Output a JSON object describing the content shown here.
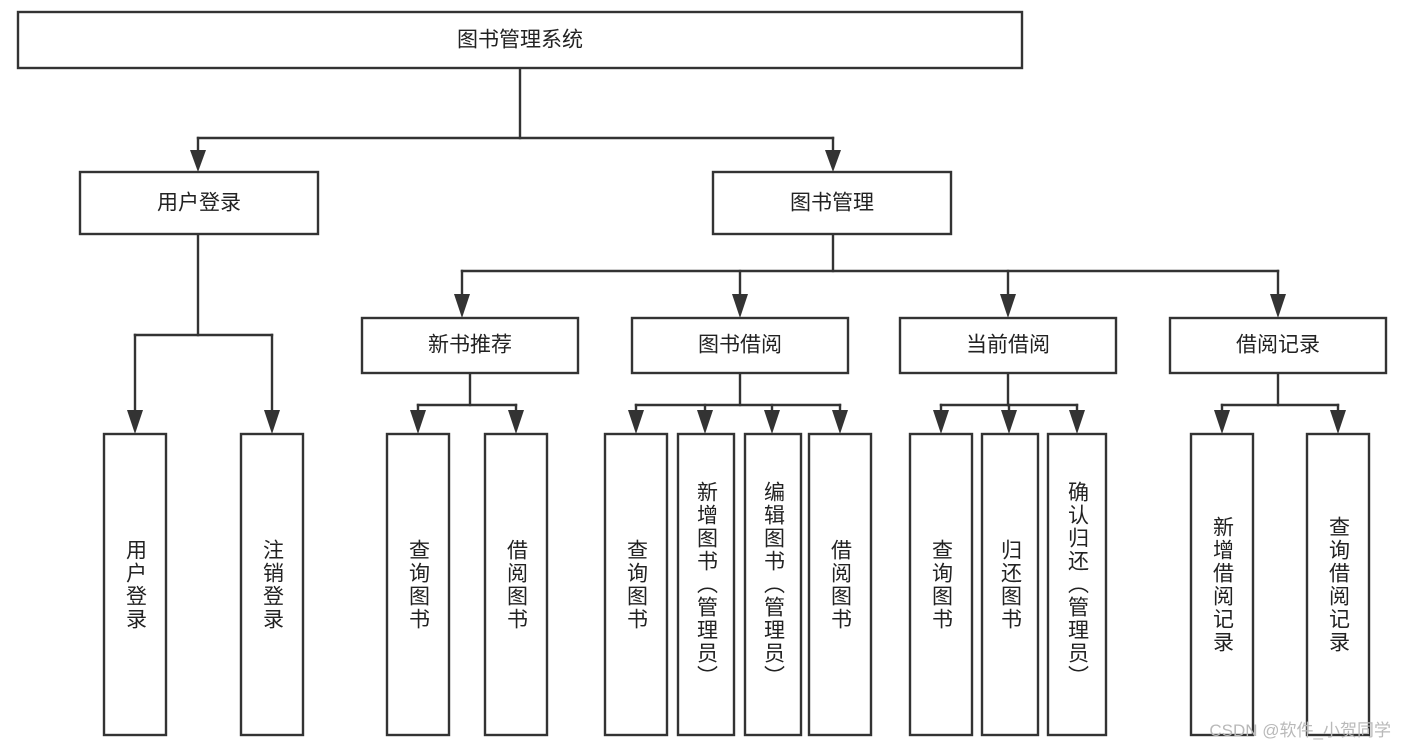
{
  "diagram": {
    "title": "图书管理系统",
    "type": "tree-hierarchy",
    "watermark": "CSDN @软件_小贺同学",
    "colors": {
      "box_fill": "#ffffff",
      "box_stroke": "#333333",
      "text": "#222222",
      "watermark": "#b9b9b9",
      "background": "#ffffff"
    },
    "nodes": {
      "root": {
        "label": "图书管理系统",
        "level": 0
      },
      "level1": [
        {
          "id": "user-login",
          "label": "用户登录"
        },
        {
          "id": "book-manage",
          "label": "图书管理"
        }
      ],
      "level2": [
        {
          "id": "new-book-recommend",
          "label": "新书推荐",
          "parent": "book-manage"
        },
        {
          "id": "book-borrow",
          "label": "图书借阅",
          "parent": "book-manage"
        },
        {
          "id": "current-borrow",
          "label": "当前借阅",
          "parent": "book-manage"
        },
        {
          "id": "borrow-record",
          "label": "借阅记录",
          "parent": "book-manage"
        }
      ],
      "leaves": [
        {
          "id": "leaf-user-login",
          "label": "用户登录",
          "parent": "user-login"
        },
        {
          "id": "leaf-user-logout",
          "label": "注销登录",
          "parent": "user-login"
        },
        {
          "id": "leaf-query-book-1",
          "label": "查询图书",
          "parent": "new-book-recommend"
        },
        {
          "id": "leaf-borrow-book-1",
          "label": "借阅图书",
          "parent": "new-book-recommend"
        },
        {
          "id": "leaf-query-book-2",
          "label": "查询图书",
          "parent": "book-borrow"
        },
        {
          "id": "leaf-add-book",
          "label": "新增图书（管理员）",
          "parent": "book-borrow"
        },
        {
          "id": "leaf-edit-book",
          "label": "编辑图书（管理员）",
          "parent": "book-borrow"
        },
        {
          "id": "leaf-borrow-book-2",
          "label": "借阅图书",
          "parent": "book-borrow"
        },
        {
          "id": "leaf-query-book-3",
          "label": "查询图书",
          "parent": "current-borrow"
        },
        {
          "id": "leaf-return-book",
          "label": "归还图书",
          "parent": "current-borrow"
        },
        {
          "id": "leaf-confirm-return",
          "label": "确认归还（管理员）",
          "parent": "current-borrow"
        },
        {
          "id": "leaf-add-record",
          "label": "新增借阅记录",
          "parent": "borrow-record"
        },
        {
          "id": "leaf-query-record",
          "label": "查询借阅记录",
          "parent": "borrow-record"
        }
      ]
    }
  }
}
